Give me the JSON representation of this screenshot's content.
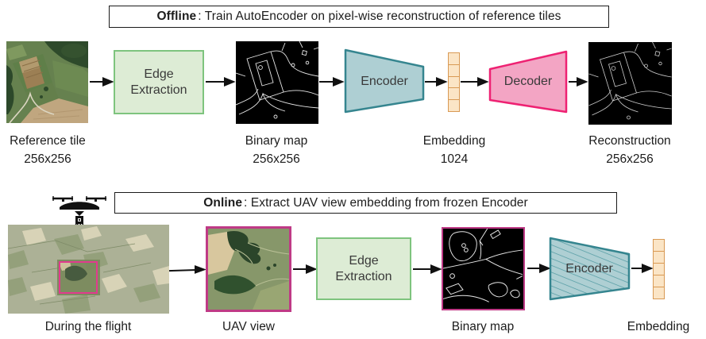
{
  "offline": {
    "title": {
      "keyword": "Offline",
      "rest": " : Train AutoEncoder on pixel-wise reconstruction of reference tiles"
    },
    "reference_tile": {
      "label": "Reference tile",
      "size": "256x256"
    },
    "edge_extraction_label": "Edge Extraction",
    "binary_map": {
      "label": "Binary map",
      "size": "256x256"
    },
    "encoder_label": "Encoder",
    "embedding": {
      "label": "Embedding",
      "size": "1024"
    },
    "decoder_label": "Decoder",
    "reconstruction": {
      "label": "Reconstruction",
      "size": "256x256"
    }
  },
  "online": {
    "title": {
      "keyword": "Online",
      "rest": " : Extract UAV view embedding from frozen Encoder"
    },
    "during_flight_label": "During the flight",
    "uav_view_label": "UAV view",
    "edge_extraction_label": "Edge Extraction",
    "binary_map_label": "Binary map",
    "encoder_label": "Encoder",
    "embedding_label": "Embedding"
  },
  "colors": {
    "edge_box_fill": "#ddecd5",
    "edge_box_border": "#7ec47e",
    "encoder_fill": "#aecfd3",
    "encoder_border": "#35858f",
    "decoder_fill": "#f3a5c4",
    "decoder_border": "#ee2172",
    "embedding_fill": "#fbe5c6",
    "embedding_border": "#d99a55",
    "pink_frame": "#bf3a86",
    "pink_rect": "#e23a8e",
    "arrow": "#111111"
  }
}
